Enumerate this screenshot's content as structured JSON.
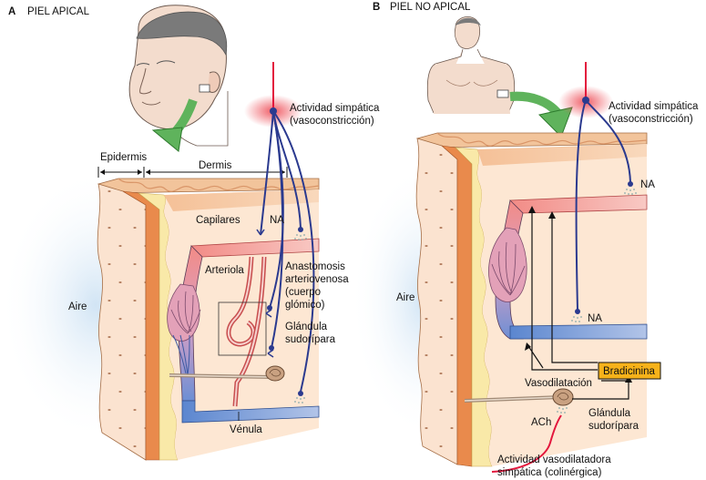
{
  "panel_a": {
    "letter": "A",
    "title": "PIEL APICAL",
    "epidermis": "Epidermis",
    "dermis": "Dermis",
    "sympathetic_line1": "Actividad simpática",
    "sympathetic_line2": "(vasoconstricción)",
    "capilares": "Capilares",
    "na": "NA",
    "arteriola": "Arteriola",
    "anast_line1": "Anastomosis",
    "anast_line2": "arteriovenosa",
    "anast_line3": "(cuerpo",
    "anast_line4": "glómico)",
    "gland_line1": "Glándula",
    "gland_line2": "sudorípara",
    "aire": "Aire",
    "venula": "Vénula"
  },
  "panel_b": {
    "letter": "B",
    "title": "PIEL NO APICAL",
    "sympathetic_line1": "Actividad simpática",
    "sympathetic_line2": "(vasoconstricción)",
    "na_top": "NA",
    "na_mid": "NA",
    "aire": "Aire",
    "vasodilatacion": "Vasodilatación",
    "bradicinina": "Bradicinina",
    "gland_line1": "Glándula",
    "gland_line2": "sudorípara",
    "ach": "ACh",
    "vasodil_line1": "Actividad vasodilatadora",
    "vasodil_line2": "simpática (colinérgica)"
  },
  "colors": {
    "nerve_blue": "#2b3a8f",
    "nerve_red": "#e3173d",
    "arrow_green": "#5fb35c",
    "bradicinina_box": "#f6b21a",
    "artery": "#f08a86",
    "vein": "#5b86cf"
  }
}
